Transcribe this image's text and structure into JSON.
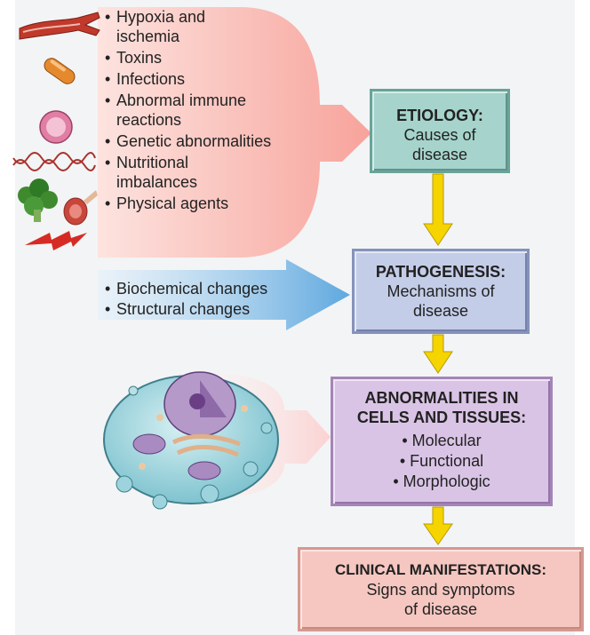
{
  "causes": {
    "items": [
      {
        "icon": "blood-vessel-icon",
        "label": "Hypoxia and ischemia"
      },
      {
        "icon": "toxin-capsule-icon",
        "label": "Toxins"
      },
      {
        "icon": "",
        "label": "Infections"
      },
      {
        "icon": "immune-cell-icon",
        "label": "Abnormal immune reactions"
      },
      {
        "icon": "dna-helix-icon",
        "label": "Genetic abnormalities"
      },
      {
        "icon": "food-icon",
        "label": "Nutritional imbalances"
      },
      {
        "icon": "lightning-icon",
        "label": "Physical agents"
      }
    ]
  },
  "mechanisms": {
    "items": [
      "Biochemical changes",
      "Structural changes"
    ]
  },
  "etiology": {
    "title": "ETIOLOGY:",
    "line1": "Causes of",
    "line2": "disease"
  },
  "pathogenesis": {
    "title": "PATHOGENESIS:",
    "line1": "Mechanisms of",
    "line2": "disease"
  },
  "abnormalities": {
    "title1": "ABNORMALITIES IN",
    "title2": "CELLS AND TISSUES:",
    "items": [
      "• Molecular",
      "• Functional",
      "• Morphologic"
    ]
  },
  "clinical": {
    "title": "CLINICAL MANIFESTATIONS:",
    "line1": "Signs and symptoms",
    "line2": "of disease"
  },
  "colors": {
    "etiology": "#a6d4cc",
    "pathogenesis": "#c4cde8",
    "abnormalities": "#dac4e6",
    "clinical": "#f6c7c1",
    "arrow": "#f5d400",
    "cause_arrow": "#f9b4ad",
    "mech_arrow": "#6fb3e4"
  }
}
